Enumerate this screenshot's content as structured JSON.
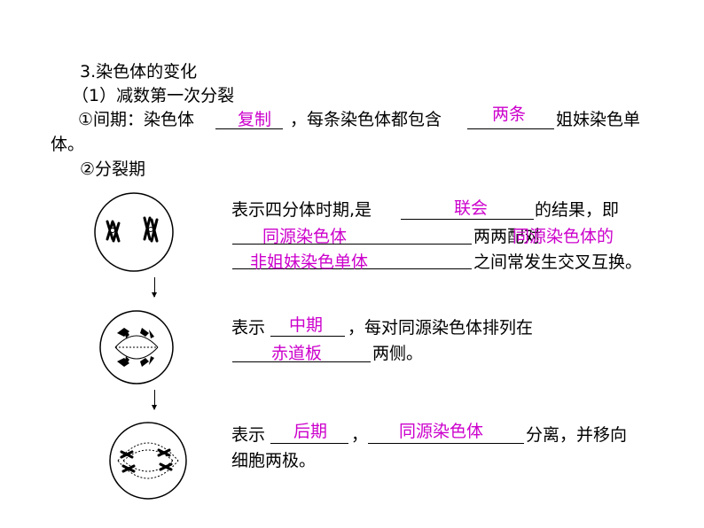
{
  "heading": "3.染色体的变化",
  "subheading": "（1）减数第一次分裂",
  "interphase": {
    "prefix": "①间期：染色体",
    "answer1": "复制",
    "middle": "，每条染色体都包含",
    "answer2": "两条",
    "suffix": "姐妹染色单",
    "wrap": "体。"
  },
  "division_label": "②分裂期",
  "stage1": {
    "l1_prefix": "表示四分体时期,是",
    "l1_answer": "联会",
    "l1_suffix": "的结果，即",
    "l2_answer": "同源染色体",
    "l2_suffix_a": "两两配对",
    "l2_suffix_overlap": "同源染色体的",
    "l3_answer": "非姐妹染色单体",
    "l3_suffix": "之间常发生交叉互换。"
  },
  "stage2": {
    "l1_prefix": "表示",
    "l1_answer": "中期",
    "l1_suffix": "，每对同源染色体排列在",
    "l2_answer": "赤道板",
    "l2_suffix": "两侧。"
  },
  "stage3": {
    "l1_prefix": "表示",
    "l1_answer": "后期",
    "l1_comma": "，",
    "l1_answer2": "同源染色体",
    "l1_suffix": "分离，并移向",
    "l2": "细胞两极。"
  },
  "colors": {
    "answer": "#cc00cc",
    "text": "#000000"
  },
  "icons": [
    "prophase-cell-icon",
    "metaphase-cell-icon",
    "anaphase-cell-icon"
  ]
}
